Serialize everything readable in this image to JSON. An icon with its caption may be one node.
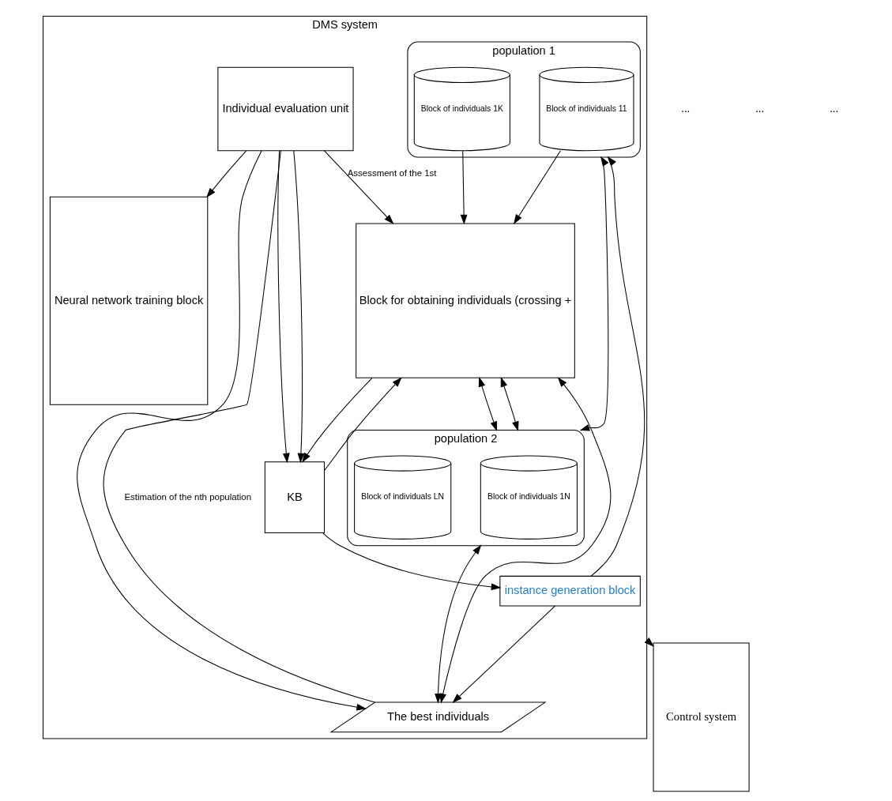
{
  "diagram": {
    "nodes": [
      {
        "text": [
          "DMS system"
        ]
      },
      {
        "text": [
          "instance generation block"
        ],
        "in": 0
      },
      {
        "text": [
          "KB"
        ],
        "in": 0
      },
      {
        "text": [
          "population 1"
        ],
        "in": 0
      },
      {
        "text": [
          "Block of individuals 11"
        ],
        "in": 3
      },
      {
        "text": [
          "Block of individuals 1K"
        ],
        "in": 3
      },
      {
        "text": [
          "Block for obtaining individuals (crossing +"
        ],
        "in": 0
      },
      {
        "text": [
          "population 2"
        ],
        "in": 0
      },
      {
        "text": [
          "Block of individuals 1N"
        ],
        "in": 7
      },
      {
        "text": [
          "Block of individuals LN"
        ],
        "in": 7
      },
      {
        "text": [
          "Individual evaluation unit"
        ],
        "in": 0
      },
      {
        "text": [
          "The best individuals"
        ],
        "in": 0
      },
      {
        "text": [
          "Neural network training block"
        ],
        "in": 0
      },
      {
        "text": [
          "Control system"
        ]
      }
    ],
    "edges": [
      {
        "from": 2,
        "to": 1,
        "arrow": "to"
      },
      {
        "from": 1,
        "to": 3,
        "arrow": "to"
      },
      {
        "from": 1,
        "to": 11,
        "arrow": "to"
      },
      {
        "from": 10,
        "to": 2,
        "arrow": "to"
      },
      {
        "from": 2,
        "to": 6,
        "arrow": "to"
      },
      {
        "from": 6,
        "to": 2,
        "arrow": "to"
      },
      {
        "from": 4,
        "to": 6,
        "arrow": "to"
      },
      {
        "from": 5,
        "to": 6,
        "arrow": "to"
      },
      {
        "from": 10,
        "to": 6,
        "arrow": "to",
        "label": "Assessment of the 1st"
      },
      {
        "from": 3,
        "to": 7,
        "arrow": "both"
      },
      {
        "from": 6,
        "to": 7,
        "arrow": "both"
      },
      {
        "from": 6,
        "to": 7,
        "arrow": "both"
      },
      {
        "from": 10,
        "to": 2,
        "arrow": "to"
      },
      {
        "from": 7,
        "to": 11,
        "arrow": "both"
      },
      {
        "from": 6,
        "to": 11,
        "arrow": "both"
      },
      {
        "from": 10,
        "to": 11,
        "arrow": "none",
        "label": "Estimation of the nth population"
      },
      {
        "from": 10,
        "to": 11,
        "arrow": "to"
      },
      {
        "from": 10,
        "to": 12,
        "arrow": "to"
      },
      {
        "from": 0,
        "to": 13,
        "arrow": "to"
      }
    ],
    "labels": [
      "...",
      "...",
      "..."
    ]
  }
}
